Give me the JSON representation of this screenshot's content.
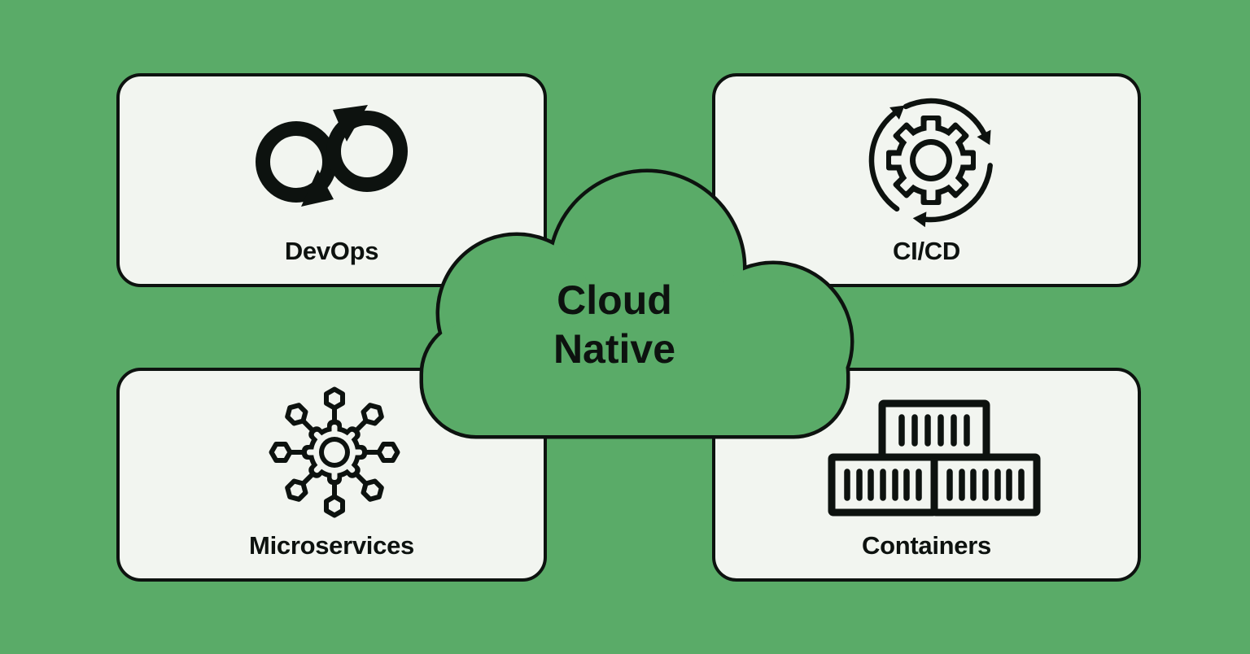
{
  "diagram_title": "Cloud Native",
  "colors": {
    "background": "#5aab68",
    "card_background": "#f2f5f0",
    "ink": "#0d120f"
  },
  "cloud": {
    "title_line1": "Cloud",
    "title_line2": "Native",
    "shape": "cloud-shape",
    "fill": "#5aab68",
    "outline": "#0d120f"
  },
  "cards": [
    {
      "id": "devops",
      "label": "DevOps",
      "icon": "devops-infinity-loop-icon",
      "position": "top-left"
    },
    {
      "id": "cicd",
      "label": "CI/CD",
      "icon": "cicd-gear-cycle-icon",
      "position": "top-right"
    },
    {
      "id": "microservices",
      "label": "Microservices",
      "icon": "microservices-gear-network-icon",
      "position": "bottom-left"
    },
    {
      "id": "containers",
      "label": "Containers",
      "icon": "containers-stack-icon",
      "position": "bottom-right"
    }
  ]
}
